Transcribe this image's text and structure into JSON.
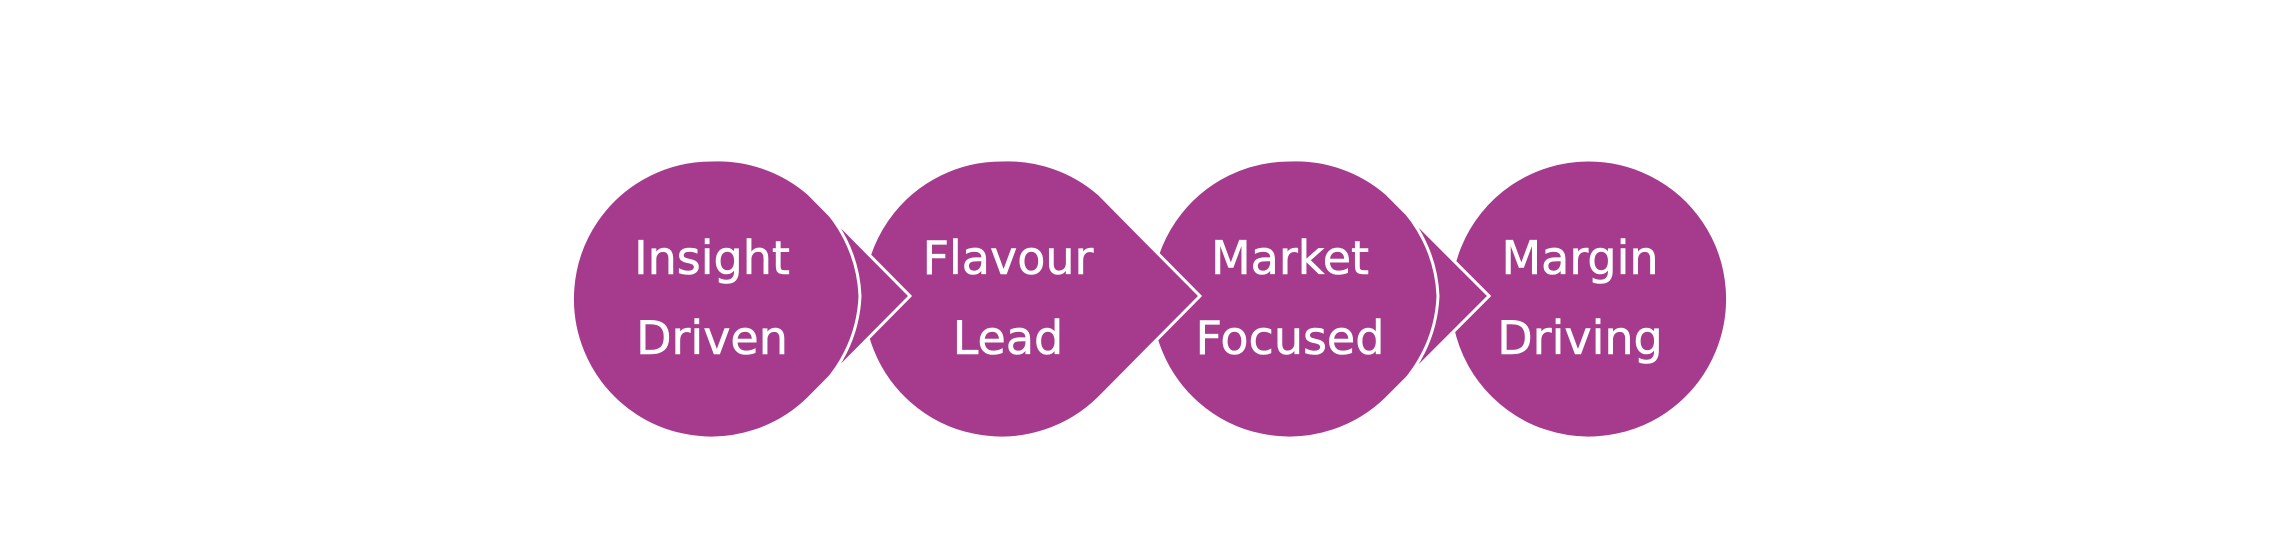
{
  "diagram": {
    "fill_color": "#A63A8D",
    "outline_color": "#FFFFFF",
    "steps": [
      {
        "line1": "Insight",
        "line2": "Driven"
      },
      {
        "line1": "Flavour",
        "line2": "Lead"
      },
      {
        "line1": "Market",
        "line2": "Focused"
      },
      {
        "line1": "Margin",
        "line2": "Driving"
      }
    ]
  }
}
